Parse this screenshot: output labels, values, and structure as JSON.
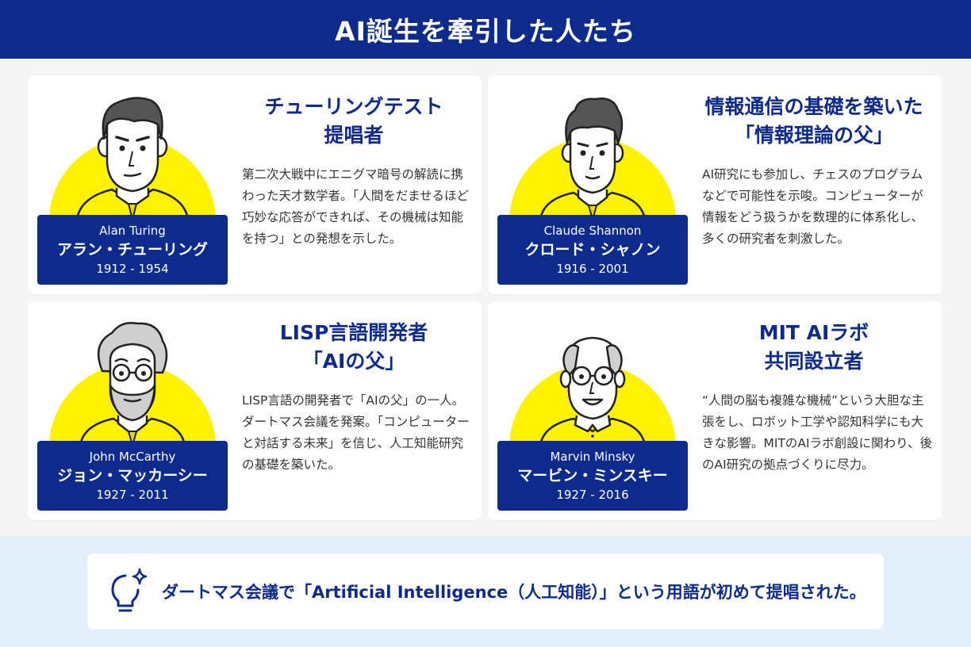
{
  "title": "AI誕生を牽引した人たち",
  "colors": {
    "navy": "#0d2b8c",
    "yellow": "#fff200",
    "footer_band": "#e3eefb"
  },
  "people": [
    {
      "name_en": "Alan Turing",
      "name_ja": "アラン・チューリング",
      "years": "1912 - 1954",
      "role": "チューリングテスト\n提唱者",
      "description": "第二次大戦中にエニグマ暗号の解読に携わった天才数学者。「人間をだませるほど巧妙な応答ができれば、その機械は知能を持つ」との発想を示した。"
    },
    {
      "name_en": "Claude Shannon",
      "name_ja": "クロード・シャノン",
      "years": "1916 - 2001",
      "role": "情報通信の基礎を築いた\n「情報理論の父」",
      "description": "AI研究にも参加し、チェスのプログラムなどで可能性を示唆。コンピューターが情報をどう扱うかを数理的に体系化し、多くの研究者を刺激した。"
    },
    {
      "name_en": "John McCarthy",
      "name_ja": "ジョン・マッカーシー",
      "years": "1927 - 2011",
      "role": "LISP言語開発者\n「AIの父」",
      "description": "LISP言語の開発者で「AIの父」の一人。ダートマス会議を発案。「コンピューターと対話する未来」を信じ、人工知能研究の基礎を築いた。"
    },
    {
      "name_en": "Marvin Minsky",
      "name_ja": "マービン・ミンスキー",
      "years": "1927 - 2016",
      "role": "MIT AIラボ\n共同設立者",
      "description": "“人間の脳も複雑な機械”という大胆な主張をし、ロボット工学や認知科学にも大きな影響。MITのAIラボ創設に関わり、後のAI研究の拠点づくりに尽力。"
    }
  ],
  "footer": {
    "icon": "lightbulb-sparkle-icon",
    "text": "ダートマス会議で「Artificial Intelligence（人工知能）」という用語が初めて提唱された。"
  }
}
